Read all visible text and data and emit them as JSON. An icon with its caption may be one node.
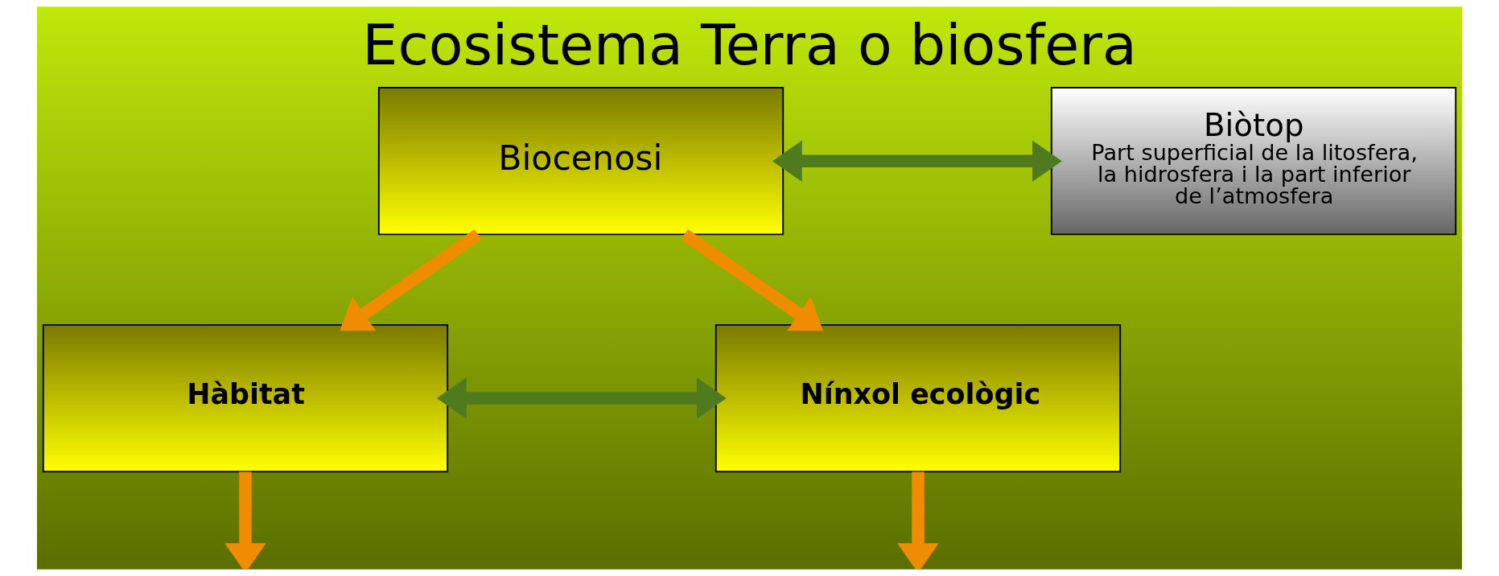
{
  "diagram": {
    "title": "Ecosistema Terra o biosfera",
    "nodes": [
      {
        "text": [
          "Biocenosi"
        ]
      },
      {
        "text": [
          "Biòtop",
          "Part superficial de la litosfera, la hidrosfera i la part inferior de l’atmosfera"
        ]
      },
      {
        "text": [
          "Hàbitat"
        ]
      },
      {
        "text": [
          "Nínxol ecològic"
        ]
      }
    ],
    "edges": [
      {
        "from": 0,
        "to": 1,
        "arrow": "both",
        "color": "#4f7a1e"
      },
      {
        "from": 0,
        "to": 2,
        "arrow": "to"
      },
      {
        "from": 0,
        "to": 3,
        "arrow": "to"
      },
      {
        "from": 2,
        "to": 3,
        "arrow": "both",
        "color": "#4f7a1e"
      },
      {
        "from": 2,
        "to": null,
        "arrow": "to"
      },
      {
        "from": 3,
        "to": null,
        "arrow": "to"
      }
    ]
  }
}
